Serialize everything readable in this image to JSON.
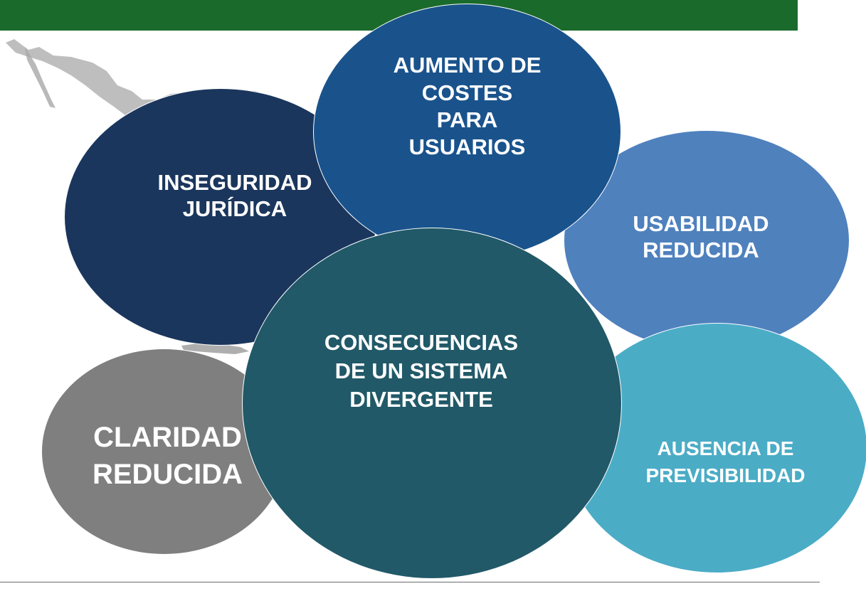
{
  "colors": {
    "header_bar": "#1a6b2b",
    "bottom_rule": "#6b6b6b",
    "map_gray": "#b3b3b3"
  },
  "bubbles": [
    {
      "id": "inseguridad",
      "label": "INSEGURIDAD\nJURÍDICA",
      "color": "#1b365d"
    },
    {
      "id": "costes",
      "label": "AUMENTO DE\nCOSTES\nPARA\nUSUARIOS",
      "color": "#1a538c"
    },
    {
      "id": "usabilidad",
      "label": "USABILIDAD\nREDUCIDA",
      "color": "#4f81bd"
    },
    {
      "id": "claridad",
      "label": "CLARIDAD\nREDUCIDA",
      "color": "#7f7f7f"
    },
    {
      "id": "previsibilidad",
      "label": "AUSENCIA DE\nPREVISIBILIDAD",
      "color": "#4bacc6"
    },
    {
      "id": "central",
      "label": "CONSECUENCIAS\nDE UN SISTEMA\nDIVERGENTE",
      "color": "#215968"
    }
  ]
}
